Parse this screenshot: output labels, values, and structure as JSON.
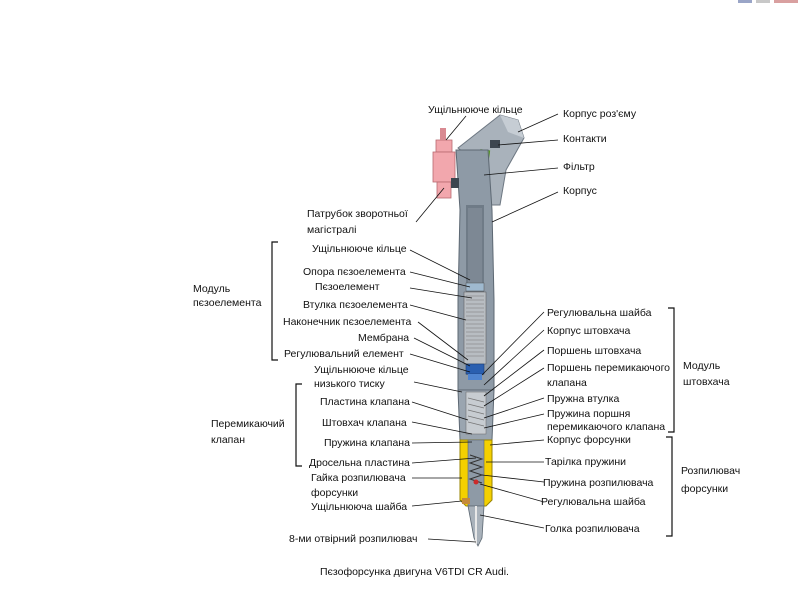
{
  "caption": "Пєзофорсунка двигуна V6TDI CR Audi.",
  "colors": {
    "body_gray": "#8e9aa6",
    "body_dark": "#5d6873",
    "connector_gray": "#a9b2bb",
    "seal_pink": "#f2a7ad",
    "filter_green": "#7dc242",
    "piezo_blue": "#2a5fb0",
    "nut_yellow": "#f4d000",
    "copper": "#c58a3a",
    "red_marker": "#cc2a2a",
    "rod_light": "#e8e8e8"
  },
  "labels_top": {
    "seal_ring": "Ущільнююче кільце",
    "connector_body": "Корпус роз'єму",
    "contacts": "Контакти",
    "filter": "Фільтр",
    "body": "Корпус",
    "return_line_1": "Патрубок зворотньої",
    "return_line_2": "магістралі"
  },
  "modules": {
    "piezo_1": "Модуль",
    "piezo_2": "пєзоелемента",
    "switch_valve_1": "Перемикаючий",
    "switch_valve_2": "клапан",
    "plunger_1": "Модуль",
    "plunger_2": "штовхача",
    "sprayer_1": "Розпилювач",
    "sprayer_2": "форсунки"
  },
  "labels_left": {
    "seal_ring_2": "Ущільнююче кільце",
    "piezo_support": "Опора пєзоелемента",
    "piezo_element": "Пєзоелемент",
    "piezo_sleeve": "Втулка пєзоелемента",
    "piezo_tip": "Наконечник пєзоелемента",
    "membrane": "Мембрана",
    "adjusting_element": "Регулювальний елемент",
    "low_pressure_seal_1": "Ущільнююче кільце",
    "low_pressure_seal_2": "низького тиску",
    "valve_plate": "Пластина клапана",
    "valve_plunger": "Штовхач клапана",
    "valve_spring": "Пружина клапана",
    "throttle_plate": "Дросельна пластина",
    "nozzle_nut_1": "Гайка розпилювача",
    "nozzle_nut_2": "форсунки",
    "seal_washer": "Ущільнююча шайба",
    "nozzle_8_hole": "8-ми отвірний розпилювач"
  },
  "labels_right": {
    "adjust_washer": "Регулювальна шайба",
    "plunger_body": "Корпус штовхача",
    "plunger_piston": "Поршень штовхача",
    "switch_piston_1": "Поршень перемикаючого",
    "switch_piston_2": "клапана",
    "spring_sleeve": "Пружна втулка",
    "piston_spring_1": "Пружина поршня",
    "piston_spring_2": "перемикаючого  клапана",
    "nozzle_body": "Корпус форсунки",
    "spring_plate": "Тарілка пружини",
    "nozzle_spring": "Пружина розпилювача",
    "adjust_washer_2": "Регулювальна шайба",
    "nozzle_needle": "Голка розпилювача"
  }
}
